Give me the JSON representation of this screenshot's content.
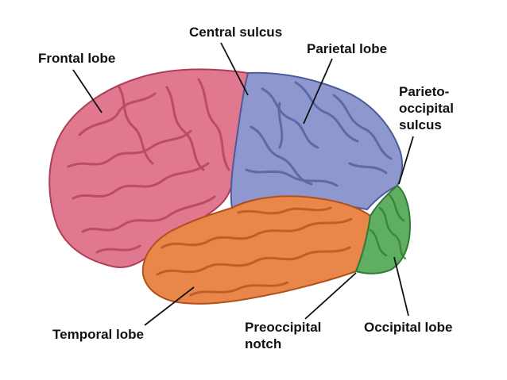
{
  "labels": {
    "central_sulcus": "Central sulcus",
    "frontal_lobe": "Frontal lobe",
    "parietal_lobe": "Parietal lobe",
    "parieto_occipital_sulcus": [
      "Parieto-",
      "occipital",
      "sulcus"
    ],
    "temporal_lobe": "Temporal lobe",
    "preoccipital_notch": [
      "Preoccipital",
      "notch"
    ],
    "occipital_lobe": "Occipital lobe"
  },
  "colors": {
    "frontal": "#e0788f",
    "parietal": "#8e98cf",
    "temporal": "#e9874a",
    "occipital": "#5fae62",
    "gyrus_line_frontal": "#b03d57",
    "gyrus_line_parietal": "#4f5a9a",
    "gyrus_line_temporal": "#b3501d",
    "gyrus_line_occipital": "#2f7a36",
    "leader": "#111111"
  }
}
